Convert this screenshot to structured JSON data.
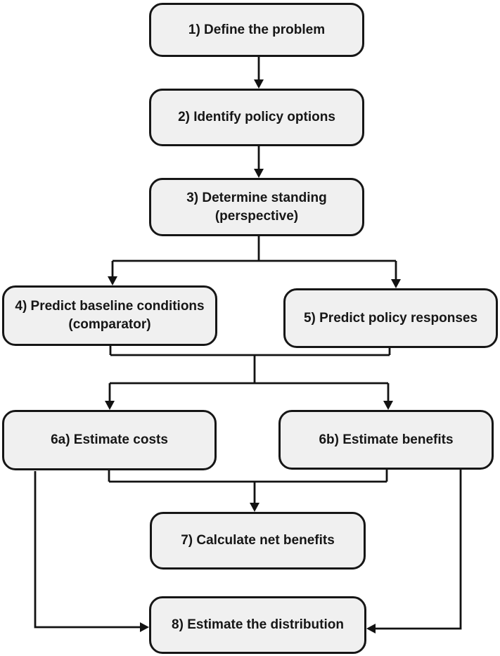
{
  "diagram": {
    "type": "flowchart",
    "background_color": "#ffffff",
    "node_fill_color": "#f0f0f0",
    "node_border_color": "#161616",
    "connector_color": "#121212",
    "nodes": [
      {
        "id": "1",
        "label": "1) Define the problem"
      },
      {
        "id": "2",
        "label": "2) Identify policy options"
      },
      {
        "id": "3",
        "label": "3) Determine standing\n(perspective)"
      },
      {
        "id": "4",
        "label": "4) Predict baseline conditions\n(comparator)"
      },
      {
        "id": "5",
        "label": "5) Predict policy responses"
      },
      {
        "id": "6a",
        "label": "6a) Estimate costs"
      },
      {
        "id": "6b",
        "label": "6b) Estimate benefits"
      },
      {
        "id": "7",
        "label": "7) Calculate net benefits"
      },
      {
        "id": "8",
        "label": "8) Estimate the distribution"
      }
    ],
    "edges": [
      {
        "from": "1",
        "to": "2"
      },
      {
        "from": "2",
        "to": "3"
      },
      {
        "from": "3",
        "to": "4"
      },
      {
        "from": "3",
        "to": "5"
      },
      {
        "from": "4",
        "to": "6a"
      },
      {
        "from": "4",
        "to": "6b"
      },
      {
        "from": "5",
        "to": "6a"
      },
      {
        "from": "5",
        "to": "6b"
      },
      {
        "from": "6a",
        "to": "7"
      },
      {
        "from": "6b",
        "to": "7"
      },
      {
        "from": "6a",
        "to": "8"
      },
      {
        "from": "6b",
        "to": "8"
      }
    ]
  }
}
